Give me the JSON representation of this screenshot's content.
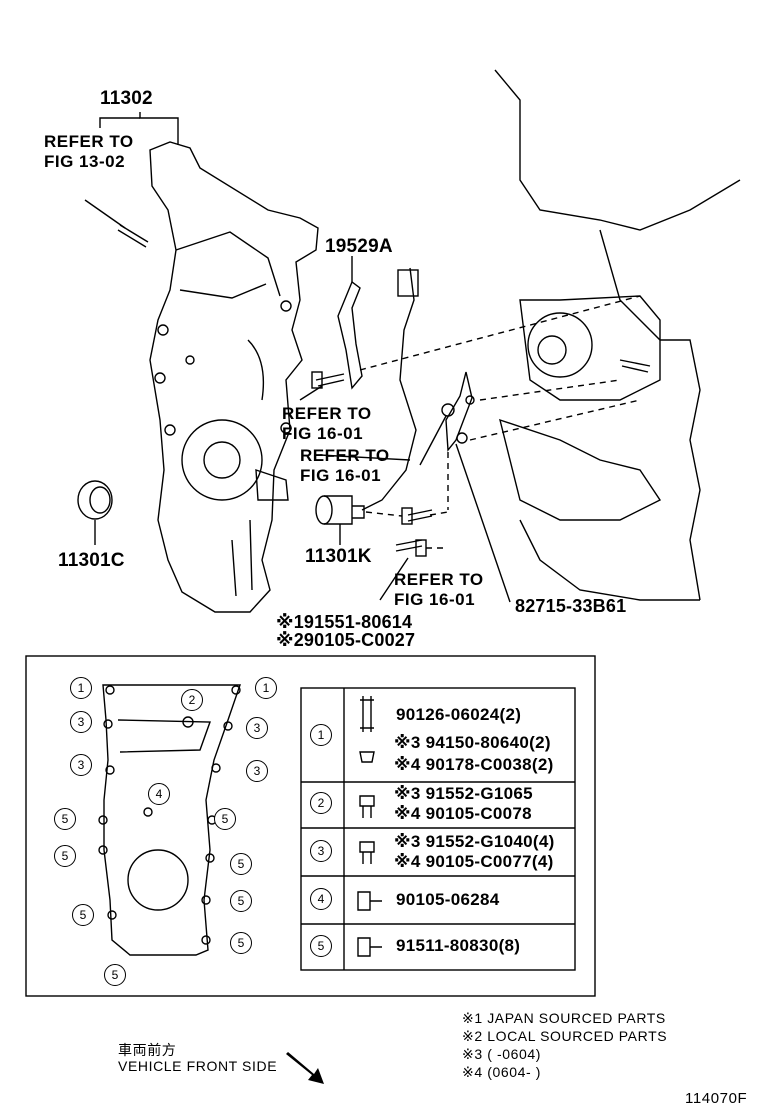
{
  "parts": {
    "p11302": "11302",
    "p19529a": "19529A",
    "p11301c": "11301C",
    "p11301k": "11301K",
    "p82715": "82715-33B61",
    "p191551": "※191551-80614",
    "p290105": "※290105-C0027"
  },
  "refs": {
    "ref_13_02_line1": "REFER TO",
    "ref_13_02_line2": "FIG 13-02",
    "ref_16_01a_line1": "REFER TO",
    "ref_16_01a_line2": "FIG 16-01",
    "ref_16_01b_line1": "REFER TO",
    "ref_16_01b_line2": "FIG 16-01",
    "ref_16_01c_line1": "REFER TO",
    "ref_16_01c_line2": "FIG 16-01"
  },
  "bolt_map": {
    "circles": [
      "1",
      "2",
      "3",
      "4",
      "5"
    ]
  },
  "table": {
    "rows": [
      {
        "key": "1",
        "lines": [
          "90126-06024(2)",
          "※3 94150-80640(2)",
          "※4 90178-C0038(2)"
        ]
      },
      {
        "key": "2",
        "lines": [
          "※3 91552-G1065",
          "※4 90105-C0078"
        ]
      },
      {
        "key": "3",
        "lines": [
          "※3 91552-G1040(4)",
          "※4 90105-C0077(4)"
        ]
      },
      {
        "key": "4",
        "lines": [
          "90105-06284"
        ]
      },
      {
        "key": "5",
        "lines": [
          "91511-80830(8)"
        ]
      }
    ]
  },
  "notes": {
    "n1": "※1  JAPAN SOURCED PARTS",
    "n2": "※2  LOCAL SOURCED PARTS",
    "n3": "※3  (          -0604)",
    "n4": "※4  (0604-          )"
  },
  "front": {
    "jp": "車両前方",
    "en": "VEHICLE FRONT SIDE"
  },
  "figure_id": "114070F"
}
